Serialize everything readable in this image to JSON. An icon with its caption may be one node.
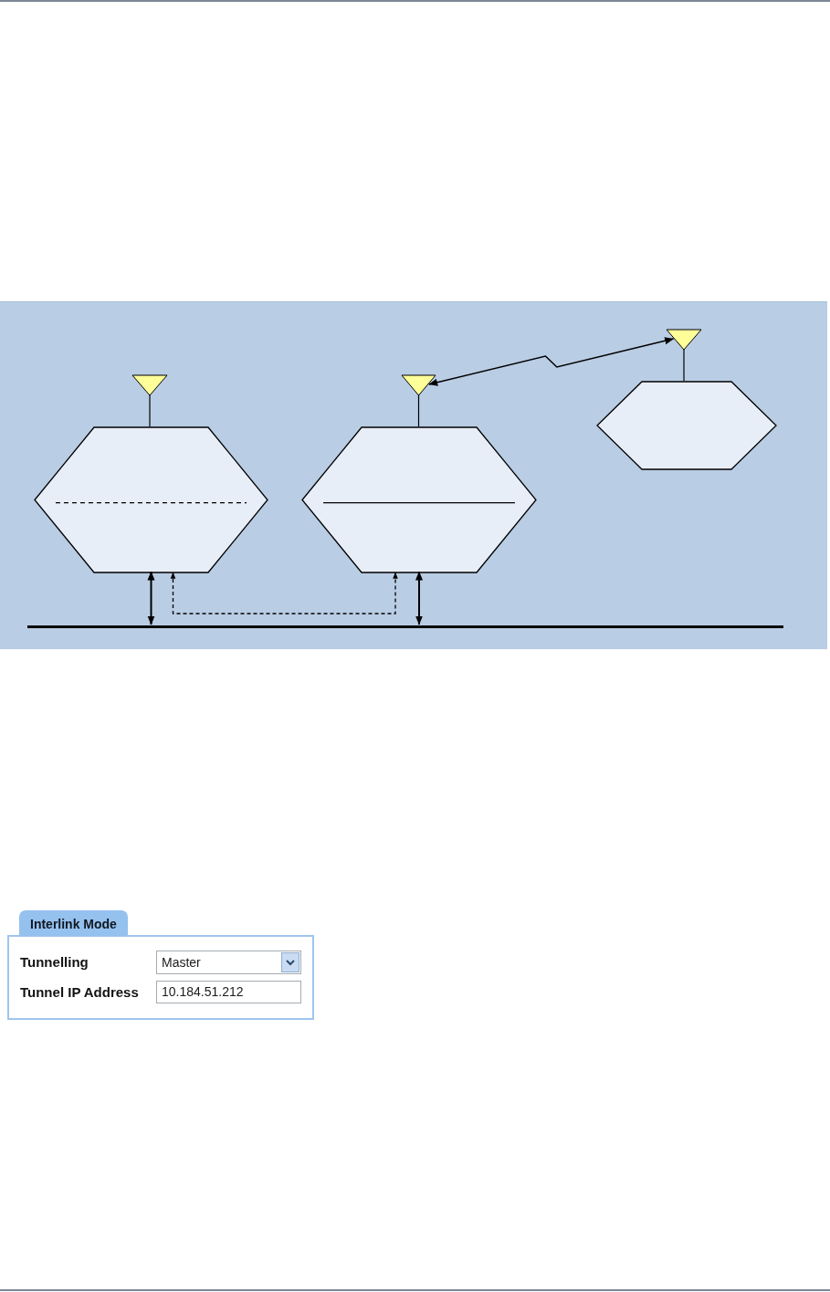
{
  "diagram": {
    "nodes": [
      {
        "text": [],
        "shape": "triangle"
      },
      {
        "text": [],
        "shape": "hexagon"
      },
      {
        "text": [],
        "shape": "triangle"
      },
      {
        "text": [],
        "shape": "hexagon"
      },
      {
        "text": [],
        "shape": "triangle"
      },
      {
        "text": [],
        "shape": "hexagon"
      },
      {
        "text": [],
        "shape": "line"
      },
      {
        "text": [
          "Interlink Mode"
        ]
      },
      {
        "text": [
          "Master"
        ],
        "in": 7
      },
      {
        "text": [
          "10.184.51.212"
        ],
        "in": 7
      }
    ],
    "edges": [
      {
        "from": 0,
        "to": 1,
        "arrow": "none"
      },
      {
        "from": 2,
        "to": 3,
        "arrow": "none"
      },
      {
        "from": 4,
        "to": 5,
        "arrow": "none"
      },
      {
        "from": 2,
        "to": 4,
        "arrow": "both"
      },
      {
        "from": 1,
        "to": 6,
        "arrow": "both"
      },
      {
        "from": 3,
        "to": 6,
        "arrow": "both"
      },
      {
        "from": 1,
        "to": 3,
        "arrow": "both",
        "style": "dashed"
      }
    ],
    "labels": [
      "Tunnelling",
      "Tunnel IP Address"
    ]
  }
}
